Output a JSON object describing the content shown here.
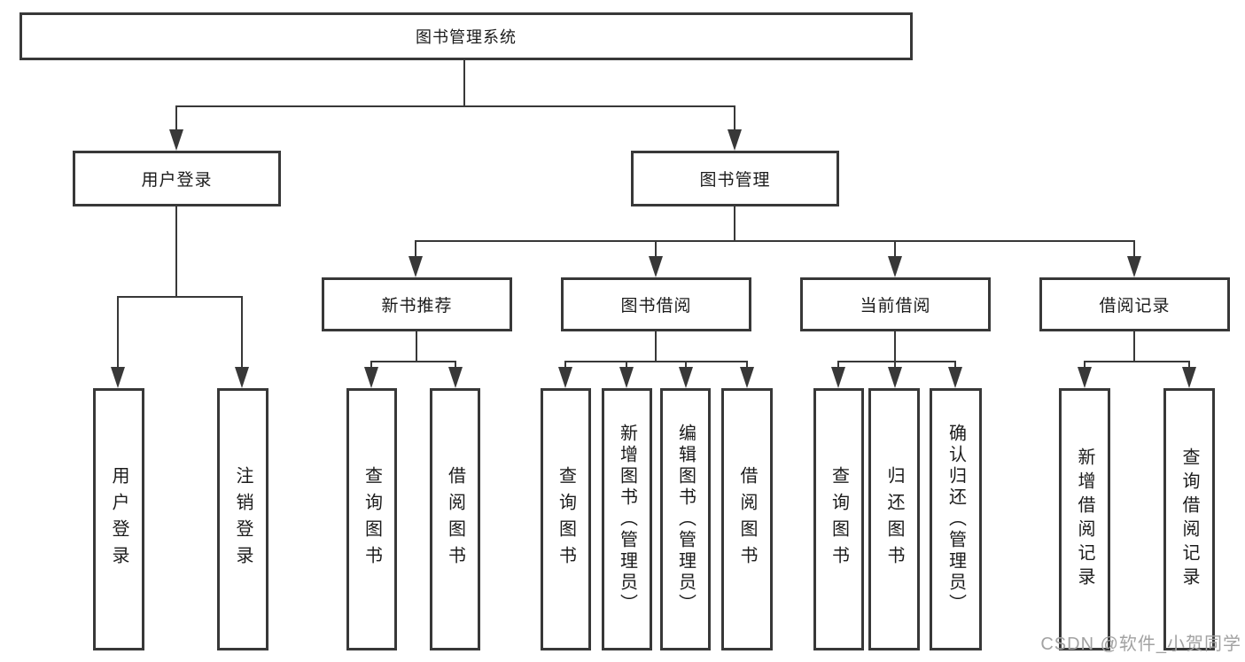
{
  "diagram_title": "图书管理系统",
  "colors": {
    "line": "#383838",
    "text": "#1b1b1b",
    "watermark": "#a2a2a2",
    "background": "#ffffff"
  },
  "tree": {
    "label": "图书管理系统",
    "children": [
      {
        "label": "用户登录",
        "children": [
          {
            "label": "用户登录"
          },
          {
            "label": "注销登录"
          }
        ]
      },
      {
        "label": "图书管理",
        "children": [
          {
            "label": "新书推荐",
            "children": [
              {
                "label": "查询图书"
              },
              {
                "label": "借阅图书"
              }
            ]
          },
          {
            "label": "图书借阅",
            "children": [
              {
                "label": "查询图书"
              },
              {
                "label": "新增图书（管理员）"
              },
              {
                "label": "编辑图书（管理员）"
              },
              {
                "label": "借阅图书"
              }
            ]
          },
          {
            "label": "当前借阅",
            "children": [
              {
                "label": "查询图书"
              },
              {
                "label": "归还图书"
              },
              {
                "label": "确认归还（管理员）"
              }
            ]
          },
          {
            "label": "借阅记录",
            "children": [
              {
                "label": "新增借阅记录"
              },
              {
                "label": "查询借阅记录"
              }
            ]
          }
        ]
      }
    ]
  },
  "watermark": "CSDN @软件_小贺同学"
}
